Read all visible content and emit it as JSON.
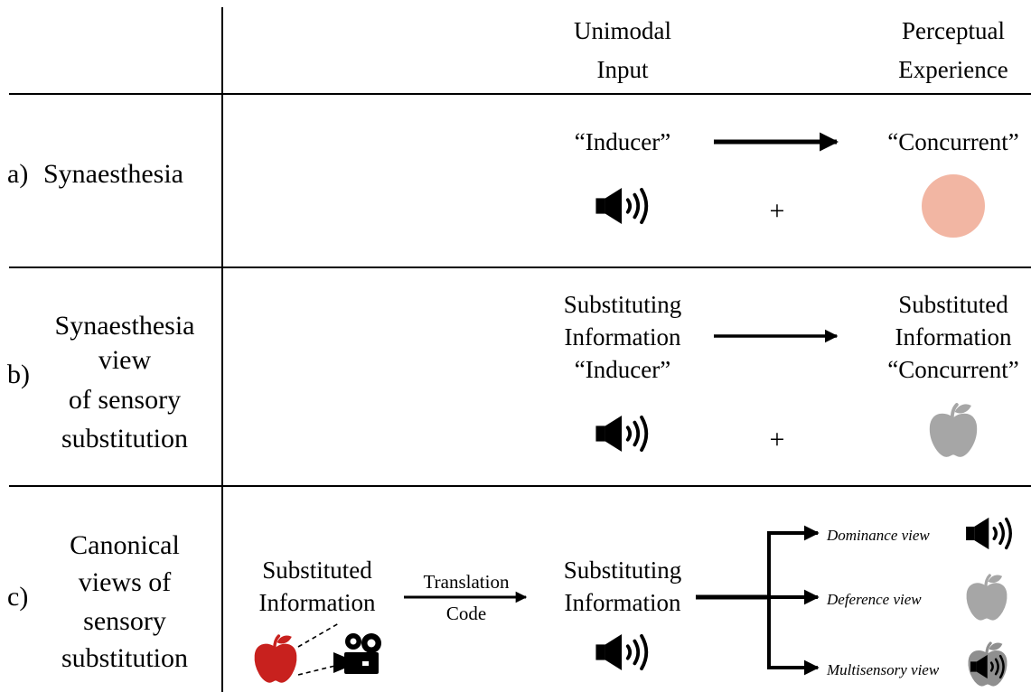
{
  "header": {
    "col_input": [
      "Unimodal",
      "Input"
    ],
    "col_experience": [
      "Perceptual",
      "Experience"
    ]
  },
  "rows": {
    "a": {
      "letter": "a)",
      "label": [
        "Synaesthesia"
      ],
      "input_text": [
        "“Inducer”"
      ],
      "output_text": [
        "“Concurrent”"
      ],
      "plus": "+"
    },
    "b": {
      "letter": "b)",
      "label": [
        "Synaesthesia",
        "view",
        "of sensory",
        "substitution"
      ],
      "input_text": [
        "Substituting",
        "Information",
        "“Inducer”"
      ],
      "output_text": [
        "Substituted",
        "Information",
        "“Concurrent”"
      ],
      "plus": "+"
    },
    "c": {
      "letter": "c)",
      "label": [
        "Canonical",
        "views of",
        "sensory",
        "substitution"
      ],
      "source_text": [
        "Substituted",
        "Information"
      ],
      "translation": [
        "Translation",
        "Code"
      ],
      "input_text": [
        "Substituting",
        "Information"
      ],
      "views": [
        "Dominance view",
        "Deference view",
        "Multisensory view"
      ]
    }
  },
  "colors": {
    "concurrent_circle": "#f2b6a3",
    "apple_red": "#c8211e",
    "apple_gray": "#a6a6a6",
    "apple_gray_dark": "#8f8f8f",
    "ink": "#000000"
  },
  "icons": [
    "speaker-icon",
    "apple-icon",
    "video-camera-icon"
  ]
}
